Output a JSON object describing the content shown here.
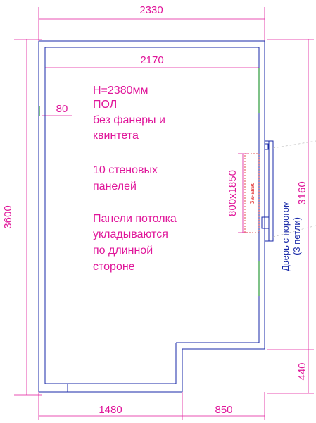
{
  "dimensions": {
    "total_width": "2330",
    "inner_width": "2170",
    "wall_thickness": "80",
    "total_height": "3600",
    "right_height": "3160",
    "bottom_offset": "440",
    "bottom_left": "1480",
    "bottom_right": "850",
    "door_size": "800x1850"
  },
  "notes": {
    "line1": "H=2380мм",
    "line2": "ПОЛ",
    "line3": "без фанеры и",
    "line4": "квинтета",
    "line5": "10 стеновых",
    "line6": "панелей",
    "line7": "Панели потолка",
    "line8": "укладываются",
    "line9": "по длинной",
    "line10": "стороне"
  },
  "door": {
    "label_line1": "Дверь с порогом",
    "label_line2": "(3 петли)",
    "curtain": "Занавес"
  },
  "colors": {
    "dimension": "#e0169a",
    "wall": "#1a2aa8",
    "accent": "#2a9a3a"
  }
}
